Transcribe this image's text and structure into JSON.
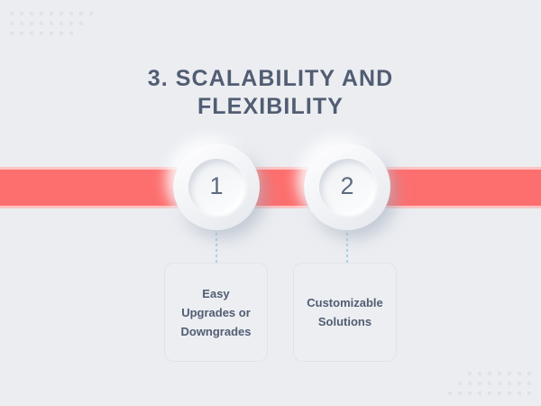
{
  "slide": {
    "title_line_1": "3. SCALABILITY AND",
    "title_line_2": "FLEXIBILITY",
    "background_color": "#ebedf1",
    "accent_band_color": "#fd6f6f",
    "title_color": "#515d72",
    "connector_color": "#a8d3e2"
  },
  "steps": [
    {
      "number": "1",
      "label_line_1": "Easy",
      "label_line_2": "Upgrades or",
      "label_line_3": "Downgrades"
    },
    {
      "number": "2",
      "label_line_1": "Customizable",
      "label_line_2": "Solutions",
      "label_line_3": ""
    }
  ],
  "decorations": {
    "top_left_dot_rows": [
      9,
      8,
      7
    ],
    "bottom_right_dot_rows": [
      7,
      8,
      9
    ]
  }
}
